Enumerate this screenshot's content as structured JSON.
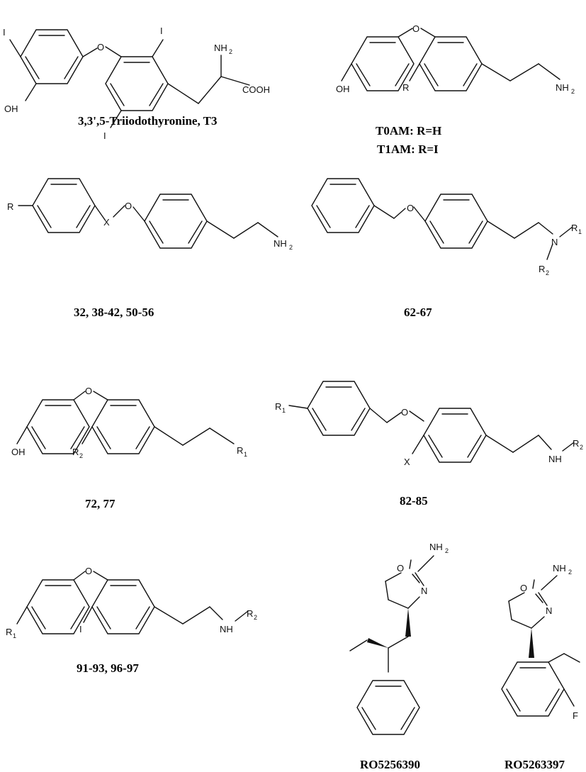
{
  "compounds": [
    {
      "id": "t3",
      "caption": "3,3',5-Triiodothyronine, T3"
    },
    {
      "id": "t0am",
      "caption_lines": [
        "T0AM: R=H",
        "T1AM: R=I"
      ]
    },
    {
      "id": "c32",
      "caption": "32, 38-42, 50-56"
    },
    {
      "id": "c62",
      "caption": "62-67"
    },
    {
      "id": "c72",
      "caption": "72, 77"
    },
    {
      "id": "c82",
      "caption": "82-85"
    },
    {
      "id": "c91",
      "caption": "91-93, 96-97"
    },
    {
      "id": "ro390",
      "caption": "RO5256390"
    },
    {
      "id": "ro397",
      "caption": "RO5263397"
    }
  ],
  "atom_labels": {
    "i": "I",
    "o": "O",
    "oh": "OH",
    "nh": "NH",
    "nh2": "NH",
    "n": "N",
    "r": "R",
    "x": "X",
    "f": "F",
    "cooh": "COOH",
    "sub2": "2",
    "sub1": "1"
  }
}
